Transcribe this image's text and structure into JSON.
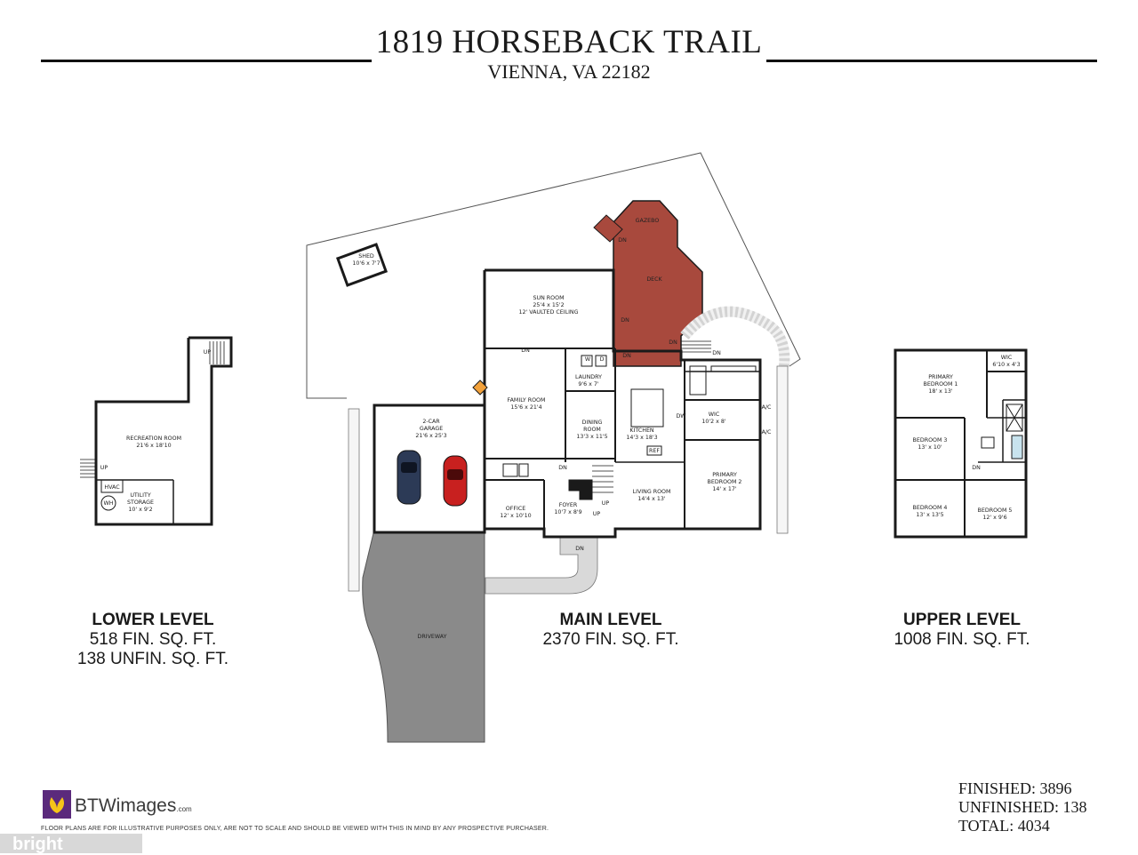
{
  "header": {
    "title": "1819 HORSEBACK TRAIL",
    "subtitle": "VIENNA, VA 22182"
  },
  "levels": {
    "lower": {
      "name": "LOWER LEVEL",
      "finished": "518 FIN. SQ. FT.",
      "unfinished": "138 UNFIN. SQ. FT."
    },
    "main": {
      "name": "MAIN LEVEL",
      "finished": "2370 FIN. SQ. FT."
    },
    "upper": {
      "name": "UPPER LEVEL",
      "finished": "1008 FIN. SQ. FT."
    }
  },
  "totals": {
    "finished": "FINISHED: 3896",
    "unfinished": "UNFINISHED: 138",
    "total": "TOTAL: 4034"
  },
  "rooms": {
    "recreation": {
      "name": "RECREATION ROOM",
      "dim": "21'6 x 18'10"
    },
    "utility": {
      "name": "UTILITY",
      "name2": "STORAGE",
      "dim": "10' x 9'2"
    },
    "hvac": "HVAC",
    "wh": "WH",
    "shed": {
      "name": "SHED",
      "dim": "10'6 x 7'7"
    },
    "gazebo": "GAZEBO",
    "deck": "DECK",
    "sunroom": {
      "name": "SUN ROOM",
      "dim": "25'4 x 15'2",
      "note": "12' VAULTED CEILING"
    },
    "garage": {
      "name": "2-CAR",
      "name2": "GARAGE",
      "dim": "21'6 x 25'3"
    },
    "family": {
      "name": "FAMILY ROOM",
      "dim": "15'6 x 21'4"
    },
    "laundry": {
      "name": "LAUNDRY",
      "dim": "9'6 x 7'"
    },
    "dining": {
      "name": "DINING",
      "name2": "ROOM",
      "dim": "13'3 x 11'5"
    },
    "kitchen": {
      "name": "KITCHEN",
      "dim": "14'3 x 18'3"
    },
    "wic_main": {
      "name": "WIC",
      "dim": "10'2 x 8'"
    },
    "primary2": {
      "name": "PRIMARY",
      "name2": "BEDROOM 2",
      "dim": "14' x 17'"
    },
    "living": {
      "name": "LIVING ROOM",
      "dim": "14'4 x 13'"
    },
    "office": {
      "name": "OFFICE",
      "dim": "12' x 10'10"
    },
    "foyer": {
      "name": "FOYER",
      "dim": "10'7 x 8'9"
    },
    "driveway": "DRIVEWAY",
    "primary1": {
      "name": "PRIMARY",
      "name2": "BEDROOM 1",
      "dim": "18' x 13'"
    },
    "wic_upper": {
      "name": "WIC",
      "dim": "6'10 x 4'3"
    },
    "bedroom3": {
      "name": "BEDROOM 3",
      "dim": "13' x 10'"
    },
    "bedroom4": {
      "name": "BEDROOM 4",
      "dim": "13' x 13'5"
    },
    "bedroom5": {
      "name": "BEDROOM 5",
      "dim": "12' x 9'6"
    },
    "up": "UP",
    "dn": "DN",
    "w": "W",
    "d": "D",
    "ref": "REF",
    "dw": "DW",
    "ac": "A/C"
  },
  "branding": {
    "logo": "BTWimages",
    "logo_suffix": ".com",
    "disclaimer": "FLOOR PLANS ARE FOR ILLUSTRATIVE PURPOSES ONLY, ARE NOT TO SCALE AND SHOULD BE VIEWED WITH THIS IN MIND BY ANY PROSPECTIVE PURCHASER.",
    "watermark": "bright"
  },
  "colors": {
    "deck": "#a8493d",
    "driveway": "#8a8a8a",
    "wall": "#1a1a1a"
  }
}
